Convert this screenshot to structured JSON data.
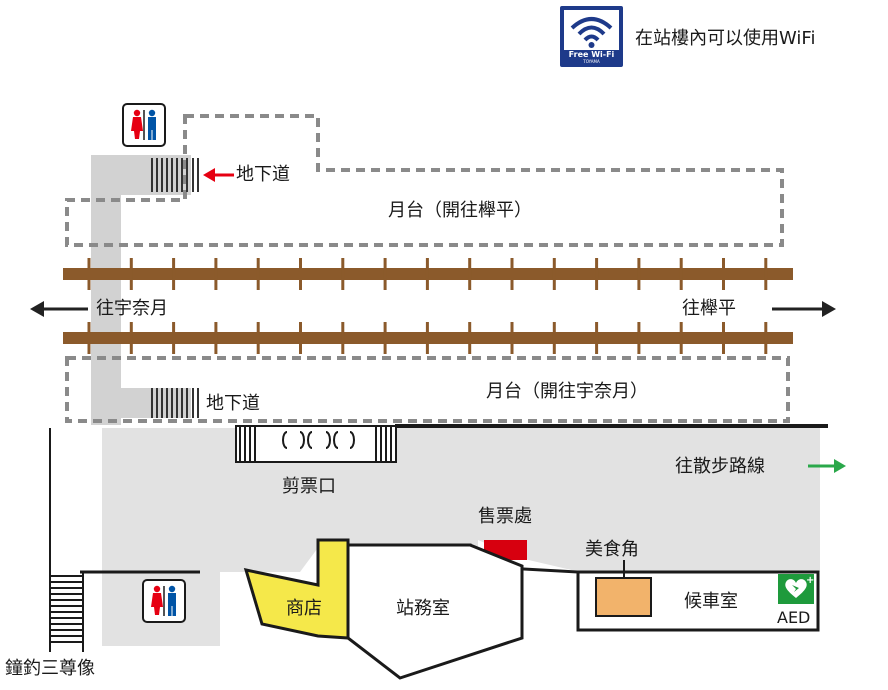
{
  "wifi": {
    "badge_line1": "Free Wi-Fi",
    "badge_line2": "TOYAMA",
    "note": "在站樓內可以使用WiFi"
  },
  "labels": {
    "underpass_top": "地下道",
    "platform_top": "月台（開往櫸平）",
    "direction_west": "往宇奈月",
    "direction_east": "往櫸平",
    "underpass_bottom": "地下道",
    "platform_bottom": "月台（開往宇奈月）",
    "ticket_gate": "剪票口",
    "promenade": "往散步路線",
    "ticket_office": "售票處",
    "food_corner": "美食角",
    "shop": "商店",
    "station_office": "站務室",
    "waiting_room": "候車室",
    "aed": "AED",
    "statue": "鐘釣三尊像"
  },
  "colors": {
    "rail": "#8b5a2b",
    "concourse": "#e2e2e2",
    "shop_fill": "#f5e84a",
    "ticket_red": "#d7000f",
    "food_fill": "#f2b36b",
    "promenade_arrow": "#2aa84a",
    "underpass_arrow": "#e60012",
    "aed_green": "#1e9a3c",
    "wifi_blue": "#1e3a8a"
  },
  "icons": [
    "wifi-icon",
    "restroom-icon",
    "arrow-left-icon",
    "arrow-right-icon",
    "aed-heart-icon"
  ]
}
